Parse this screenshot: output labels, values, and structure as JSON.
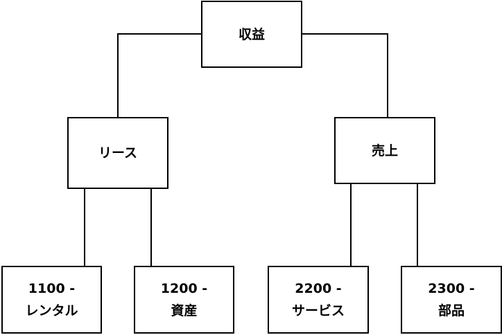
{
  "org_chart": {
    "root": {
      "label": "収益"
    },
    "groups": [
      {
        "label": "リース",
        "accounts": [
          {
            "label": "1100 -\nレンタル"
          },
          {
            "label": "1200 -\n資産"
          }
        ]
      },
      {
        "label": "売上",
        "accounts": [
          {
            "label": "2200 -\nサービス"
          },
          {
            "label": "2300 -\n部品"
          }
        ]
      }
    ]
  }
}
